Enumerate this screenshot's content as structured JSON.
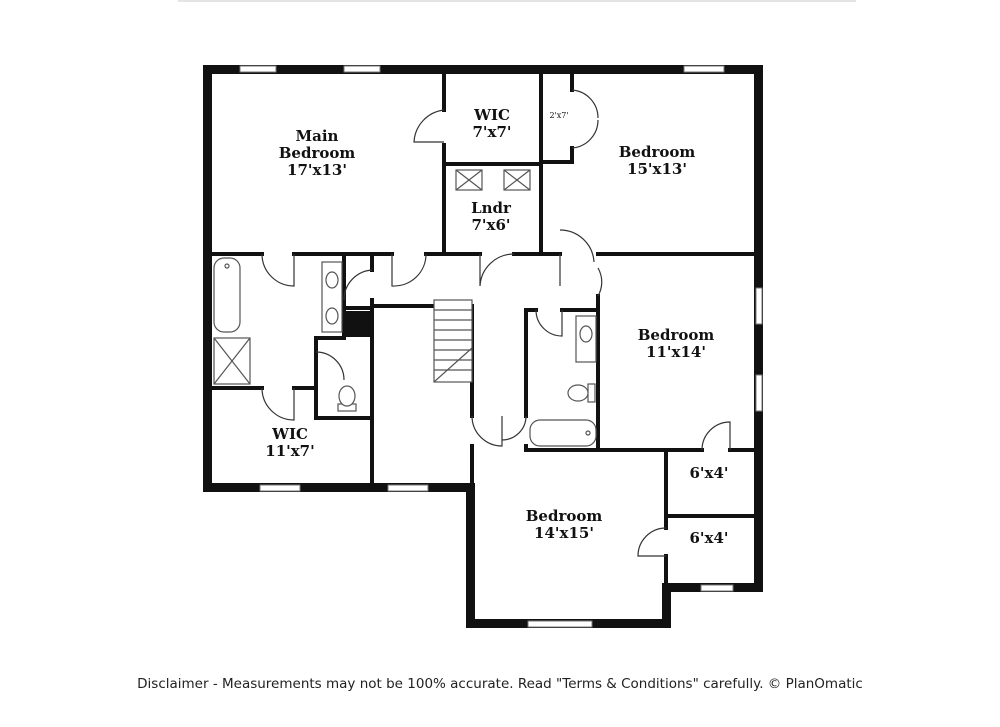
{
  "rooms": {
    "main_bedroom": {
      "name_line1": "Main",
      "name_line2": "Bedroom",
      "dims": "17'x13'"
    },
    "wic_top": {
      "name": "WIC",
      "dims": "7'x7'"
    },
    "closet_small": {
      "dims": "2'x7'"
    },
    "bedroom_ne": {
      "name": "Bedroom",
      "dims": "15'x13'"
    },
    "laundry": {
      "name": "Lndr",
      "dims": "7'x6'"
    },
    "bedroom_east": {
      "name": "Bedroom",
      "dims": "11'x14'"
    },
    "wic_sw": {
      "name": "WIC",
      "dims": "11'x7'"
    },
    "closet_a": {
      "dims": "6'x4'"
    },
    "closet_b": {
      "dims": "6'x4'"
    },
    "bedroom_south": {
      "name": "Bedroom",
      "dims": "14'x15'"
    }
  },
  "disclaimer": "Disclaimer - Measurements may not be 100% accurate. Read \"Terms & Conditions\" carefully. © PlanOmatic"
}
